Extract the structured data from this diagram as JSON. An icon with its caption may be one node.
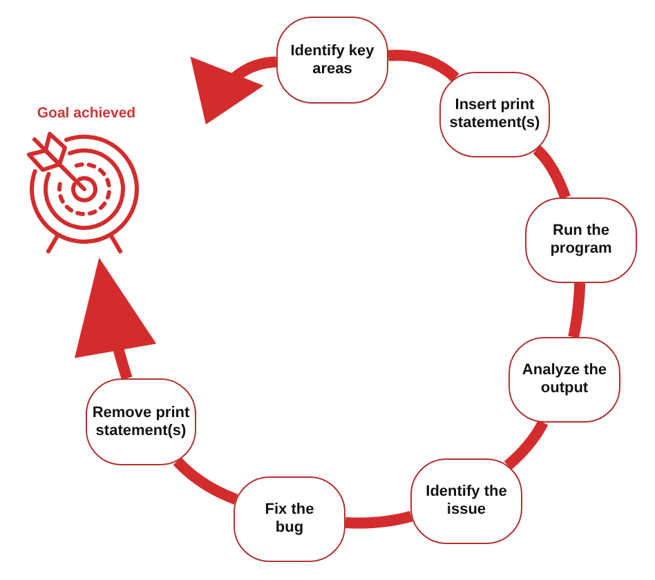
{
  "diagram": {
    "nodes": [
      {
        "text": [
          "Identify key areas"
        ]
      },
      {
        "text": [
          "Insert print statement(s)"
        ]
      },
      {
        "text": [
          "Run the program"
        ]
      },
      {
        "text": [
          "Analyze the output"
        ]
      },
      {
        "text": [
          "Identify the issue"
        ]
      },
      {
        "text": [
          "Fix the bug"
        ]
      },
      {
        "text": [
          "Remove print statement(s)"
        ]
      },
      {
        "text": [
          "Goal achieved"
        ]
      }
    ],
    "edges": [
      {
        "from": 0,
        "to": 1,
        "arrow": "none"
      },
      {
        "from": 1,
        "to": 2,
        "arrow": "none"
      },
      {
        "from": 2,
        "to": 3,
        "arrow": "none"
      },
      {
        "from": 3,
        "to": 4,
        "arrow": "none"
      },
      {
        "from": 4,
        "to": 5,
        "arrow": "none"
      },
      {
        "from": 5,
        "to": 6,
        "arrow": "none"
      },
      {
        "from": 6,
        "to": 7,
        "arrow": "to"
      },
      {
        "from": 0,
        "to": null,
        "arrow": "to"
      }
    ]
  }
}
